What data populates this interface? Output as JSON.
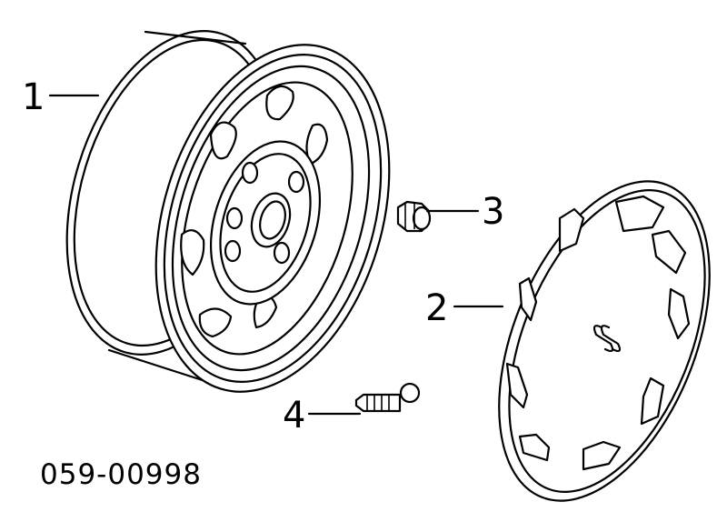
{
  "diagram": {
    "part_number": "059-00998",
    "callouts": [
      {
        "id": "1",
        "label": "1"
      },
      {
        "id": "2",
        "label": "2"
      },
      {
        "id": "3",
        "label": "3"
      },
      {
        "id": "4",
        "label": "4"
      }
    ]
  },
  "colors": {
    "line": "#000000",
    "background": "#ffffff"
  }
}
